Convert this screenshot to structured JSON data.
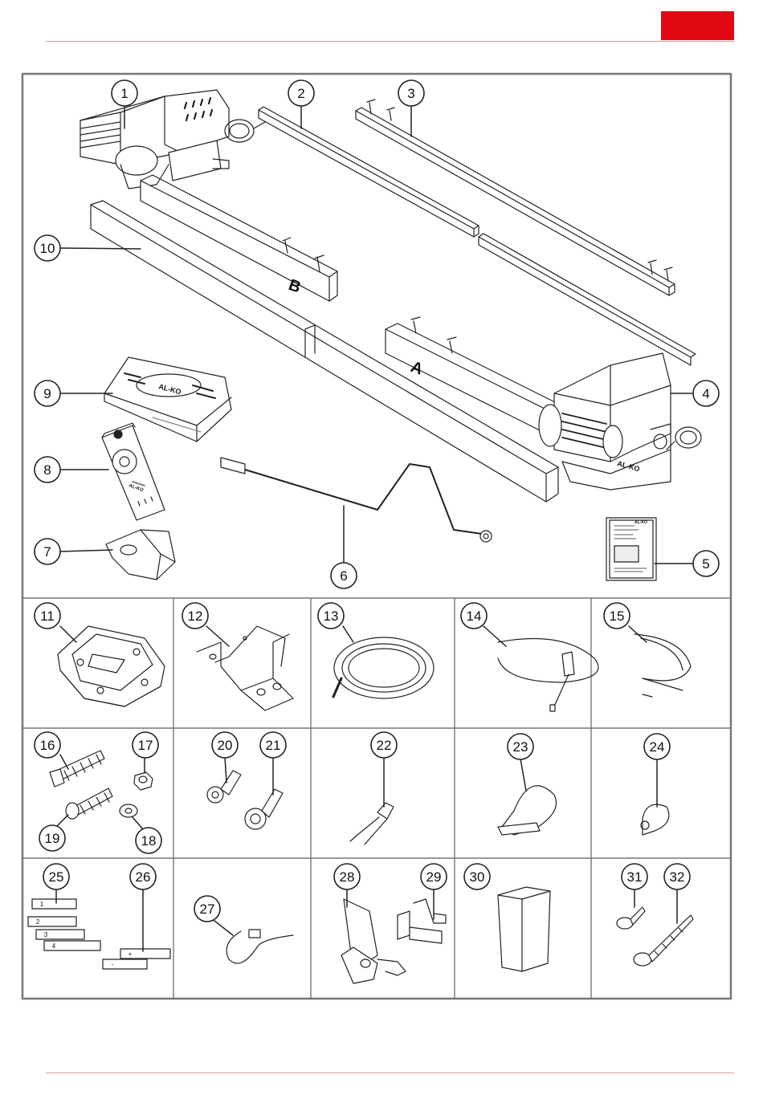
{
  "brand": {
    "accent_color": "#e30613",
    "rule_color": "#e89aa0",
    "logo_text": "AL-KO"
  },
  "drive_labels": {
    "left": "B",
    "right": "A"
  },
  "callouts": {
    "c1": "1",
    "c2": "2",
    "c3": "3",
    "c4": "4",
    "c5": "5",
    "c6": "6",
    "c7": "7",
    "c8": "8",
    "c9": "9",
    "c10": "10",
    "c11": "11",
    "c12": "12",
    "c13": "13",
    "c14": "14",
    "c15": "15",
    "c16": "16",
    "c17": "17",
    "c18": "18",
    "c19": "19",
    "c20": "20",
    "c21": "21",
    "c22": "22",
    "c23": "23",
    "c24": "24",
    "c25": "25",
    "c26": "26",
    "c27": "27",
    "c28": "28",
    "c29": "29",
    "c30": "30",
    "c31": "31",
    "c32": "32"
  },
  "cable_markers": {
    "row1": "1",
    "row2": "2",
    "row3": "3",
    "row4": "4",
    "plus": "+",
    "minus": "-"
  }
}
